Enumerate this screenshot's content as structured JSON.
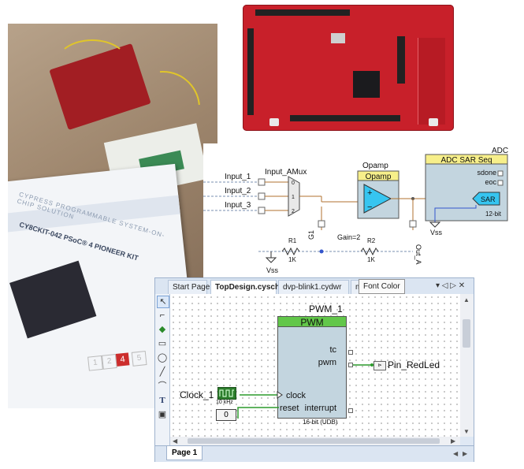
{
  "photo": {
    "box_line1": "CYPRESS PROGRAMMABLE SYSTEM-ON-CHIP SOLUTION",
    "box_line2": "CY8CKIT-042 PSoC® 4 PIONEER KIT",
    "box_digits": [
      "1",
      "2",
      "4",
      "5"
    ]
  },
  "schematic": {
    "inputs": [
      "Input_1",
      "Input_2",
      "Input_3"
    ],
    "amux_label": "Input_AMux",
    "opamp_title": "Opamp",
    "opamp_header": "Opamp",
    "adc_title": "ADC",
    "adc_header": "ADC SAR Seq",
    "adc_sdone": "sdone",
    "adc_eoc": "eoc",
    "adc_sar": "SAR",
    "adc_bits": "12-bit",
    "vss": "Vss",
    "gain": "Gain=2",
    "r1": "R1",
    "r2": "R2",
    "r_value": "1K",
    "g1": "G1",
    "out": "Out_A",
    "mux_pins": [
      "0",
      "1",
      "2"
    ]
  },
  "ide": {
    "tabs": [
      "Start Page",
      "TopDesign.cysch",
      "dvp-blink1.cydwr",
      "mai"
    ],
    "active_tab": "TopDesign.cysch",
    "tooltip": "Font Color",
    "tab_controls": "▾ ◁ ▷ ✕",
    "page_tab": "Page 1",
    "pwm_name": "PWM_1",
    "pwm_header": "PWM",
    "pwm_tc": "tc",
    "pwm_pwm": "pwm",
    "pwm_clock": "clock",
    "pwm_reset": "reset",
    "pwm_interrupt": "interrupt",
    "pwm_footer": "16-bit (UDB)",
    "clock_name": "Clock_1",
    "clock_freq": "10 kHz",
    "const_value": "0",
    "pin_name": "Pin_RedLed"
  }
}
